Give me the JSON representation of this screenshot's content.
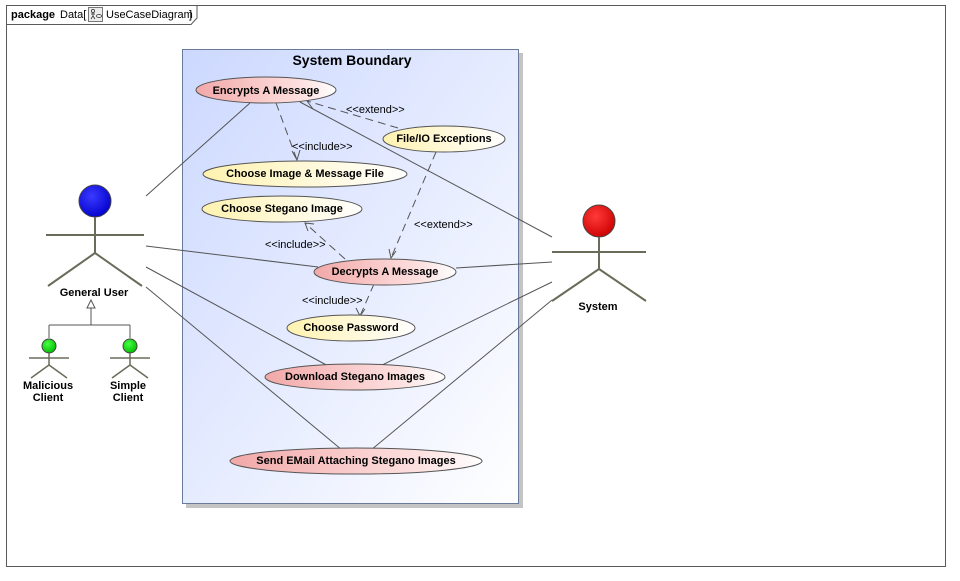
{
  "frame": {
    "keyword": "package",
    "name": "Data[",
    "diagram_type": "UseCaseDiagram",
    "closing": "]"
  },
  "boundary": {
    "title": "System Boundary"
  },
  "use_cases": {
    "encrypt": "Encrypts A Message",
    "file_io": "File/IO Exceptions",
    "choose_image_msg": "Choose Image & Message File",
    "choose_stegano": "Choose Stegano Image",
    "decrypt": "Decrypts A Message",
    "choose_password": "Choose Password",
    "download": "Download Stegano Images",
    "send_email": "Send EMail Attaching Stegano Images"
  },
  "relations": {
    "extend_1": "<<extend>>",
    "include_1": "<<include>>",
    "extend_2": "<<extend>>",
    "include_2": "<<include>>",
    "include_3": "<<include>>"
  },
  "actors": {
    "general_user": "General User",
    "system": "System",
    "malicious_line1": "Malicious",
    "malicious_line2": "Client",
    "simple_line1": "Simple",
    "simple_line2": "Client"
  },
  "colors": {
    "general_user_head": "#0000ff",
    "system_head": "#ff0000",
    "client_head": "#00e000",
    "primary_usecase": "#f4b4b4",
    "secondary_usecase": "#fff6c8",
    "boundary_fill_top": "#ccd8ff",
    "boundary_fill_bottom": "#ffffff"
  }
}
